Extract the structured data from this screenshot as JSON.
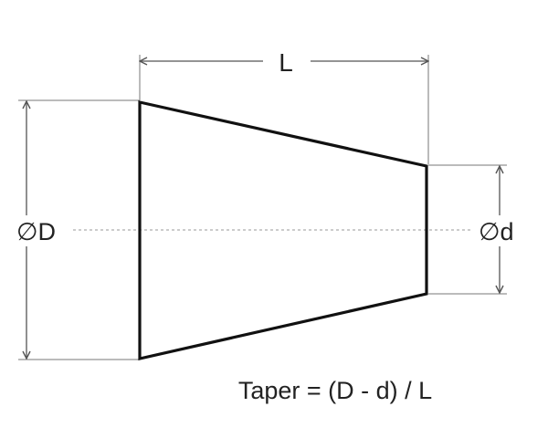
{
  "labels": {
    "length": "L",
    "large_diameter": "∅D",
    "small_diameter": "∅d",
    "formula": "Taper = (D - d) / L"
  },
  "colors": {
    "shape_stroke": "#111111",
    "dimension_line": "#555555",
    "centerline": "#999999",
    "text": "#222222"
  },
  "icons": {
    "dimension_arrowheads": "arrowhead-icon"
  }
}
